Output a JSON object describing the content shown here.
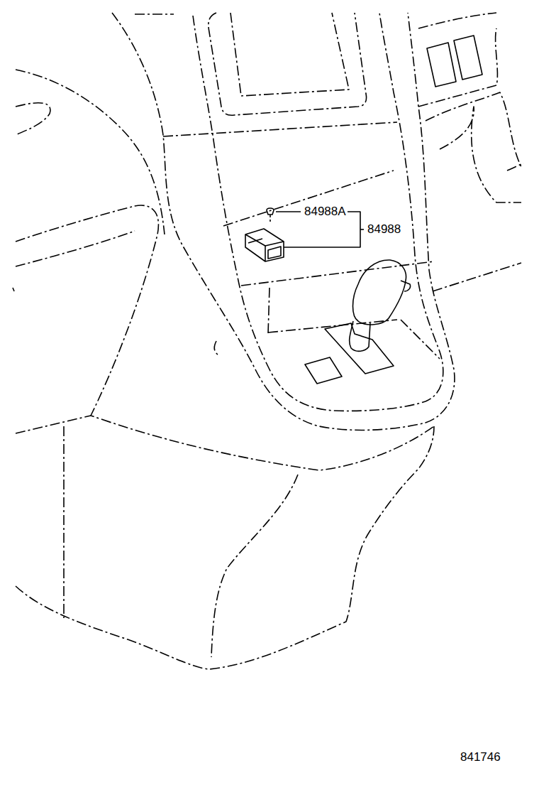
{
  "diagram": {
    "labels": [
      "84988A",
      "84988",
      "841746"
    ]
  }
}
